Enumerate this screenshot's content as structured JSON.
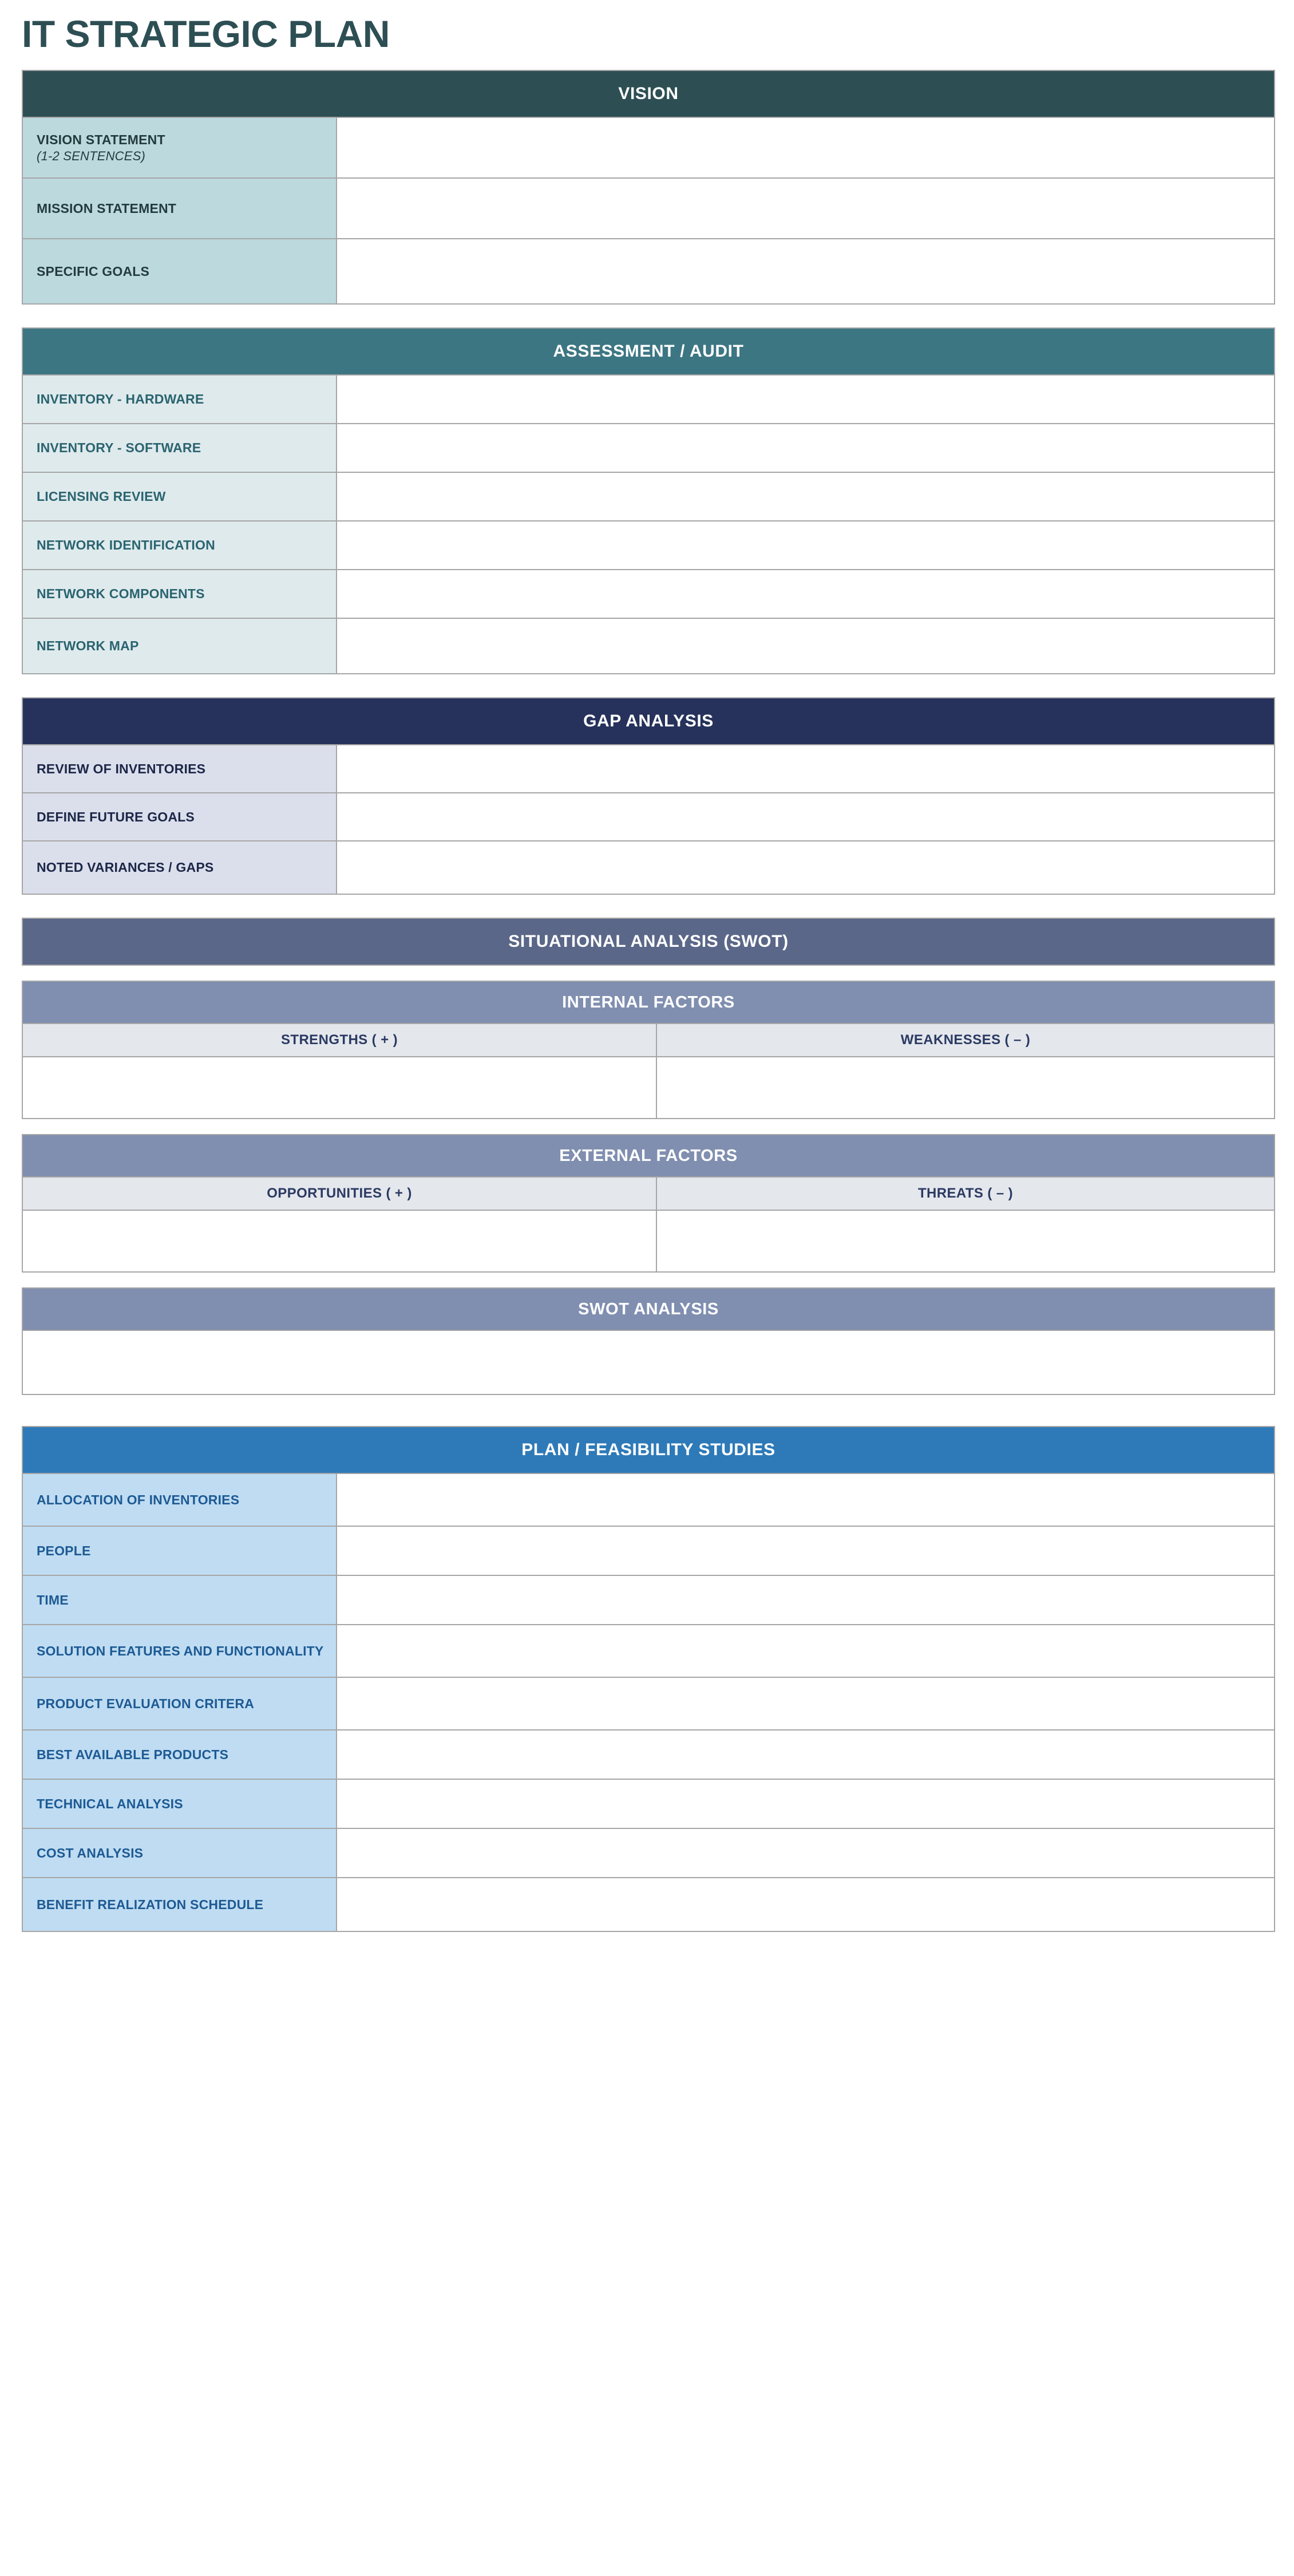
{
  "document": {
    "title": "IT STRATEGIC PLAN",
    "title_color": "#2d4f54"
  },
  "sections": {
    "vision": {
      "banner": "VISION",
      "banner_color": "#2d4f54",
      "label_bg": "#bcd9dd",
      "rows": [
        {
          "label": "VISION STATEMENT",
          "note": "(1-2 SENTENCES)",
          "value": ""
        },
        {
          "label": "MISSION STATEMENT",
          "note": "",
          "value": ""
        },
        {
          "label": "SPECIFIC GOALS",
          "note": "",
          "value": ""
        }
      ]
    },
    "assessment": {
      "banner": "ASSESSMENT / AUDIT",
      "banner_color": "#3d7683",
      "label_bg": "#dfeaec",
      "rows": [
        {
          "label": "INVENTORY - HARDWARE",
          "value": ""
        },
        {
          "label": "INVENTORY - SOFTWARE",
          "value": ""
        },
        {
          "label": "LICENSING REVIEW",
          "value": ""
        },
        {
          "label": "NETWORK IDENTIFICATION",
          "value": ""
        },
        {
          "label": "NETWORK COMPONENTS",
          "value": ""
        },
        {
          "label": "NETWORK MAP",
          "value": ""
        }
      ]
    },
    "gap_analysis": {
      "banner": "GAP ANALYSIS",
      "banner_color": "#26325b",
      "label_bg": "#dbdfec",
      "rows": [
        {
          "label": "REVIEW OF INVENTORIES",
          "value": ""
        },
        {
          "label": "DEFINE FUTURE GOALS",
          "value": ""
        },
        {
          "label": "NOTED VARIANCES / GAPS",
          "value": ""
        }
      ]
    },
    "situational_analysis": {
      "banner": "SITUATIONAL ANALYSIS (SWOT)",
      "banner_color": "#5a6788",
      "sub_banner_color": "#808fb0",
      "internal": {
        "banner": "INTERNAL FACTORS",
        "columns": [
          {
            "header": "STRENGTHS ( + )",
            "value": ""
          },
          {
            "header": "WEAKNESSES ( – )",
            "value": ""
          }
        ]
      },
      "external": {
        "banner": "EXTERNAL FACTORS",
        "columns": [
          {
            "header": "OPPORTUNITIES ( + )",
            "value": ""
          },
          {
            "header": "THREATS ( – )",
            "value": ""
          }
        ]
      },
      "swot_analysis": {
        "banner": "SWOT ANALYSIS",
        "value": ""
      }
    },
    "plan": {
      "banner": "PLAN / FEASIBILITY STUDIES",
      "banner_color": "#2e7ab8",
      "label_bg": "#bfdcf2",
      "rows": [
        {
          "label": "ALLOCATION OF INVENTORIES",
          "value": ""
        },
        {
          "label": "PEOPLE",
          "value": ""
        },
        {
          "label": "TIME",
          "value": ""
        },
        {
          "label": "SOLUTION FEATURES AND FUNCTIONALITY",
          "value": ""
        },
        {
          "label": "PRODUCT EVALUATION CRITERA",
          "value": ""
        },
        {
          "label": "BEST AVAILABLE PRODUCTS",
          "value": ""
        },
        {
          "label": "TECHNICAL ANALYSIS",
          "value": ""
        },
        {
          "label": "COST ANALYSIS",
          "value": ""
        },
        {
          "label": "BENEFIT REALIZATION SCHEDULE",
          "value": ""
        }
      ]
    }
  }
}
